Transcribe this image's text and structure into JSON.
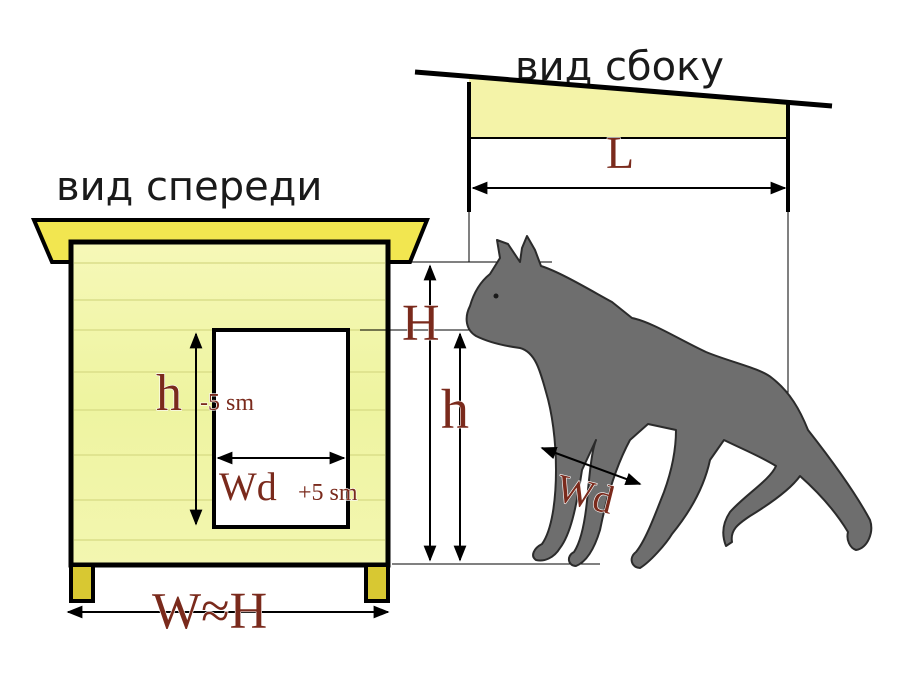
{
  "labels": {
    "front_view": "вид спереди",
    "side_view": "вид сбоку",
    "L": "L",
    "H": "H",
    "h": "h",
    "door_h_main": "h",
    "door_h_sub": "-5 sm",
    "door_w_main": "Wd",
    "door_w_sub": "+5 sm",
    "wd_dog": "Wd",
    "width_formula": "W≈H"
  },
  "colors": {
    "wall": "#f2f6a8",
    "roof": "#f2e650",
    "dimension_text": "#7a2a1c",
    "dog": "#6e6e6e",
    "outline": "#000000"
  }
}
